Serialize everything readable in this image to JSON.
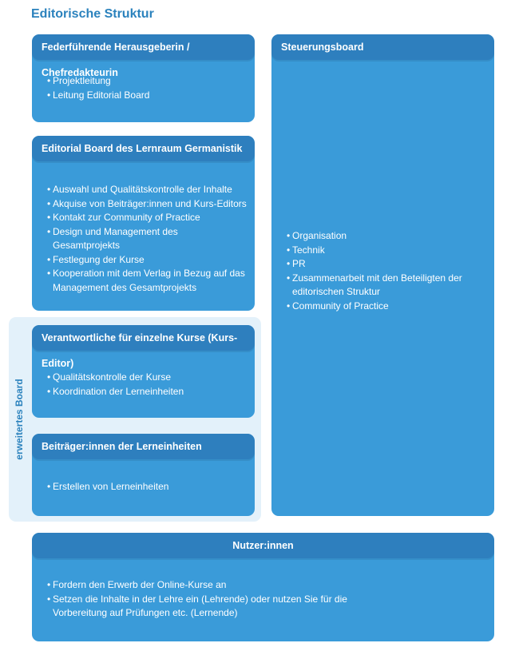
{
  "title": "Editorische Struktur",
  "extended_board_label": "erweitertes Board",
  "boxes": {
    "herausgeberin": {
      "heading": "Federführende Herausgeberin / Chefredakteurin",
      "items": [
        "Projektleitung",
        "Leitung Editorial Board"
      ]
    },
    "editorial_board": {
      "heading": "Editorial Board des Lernraum Germanistik",
      "items": [
        "Auswahl und Qualitätskontrolle der Inhalte",
        "Akquise von Beiträger:innen und Kurs-Editors",
        "Kontakt zur Community of Practice",
        "Design und Management des Gesamtprojekts",
        "Festlegung der Kurse",
        "Kooperation mit dem Verlag in Bezug auf das Management des Gesamtprojekts"
      ]
    },
    "kurs_editor": {
      "heading": "Verantwortliche für einzelne Kurse (Kurs-Editor)",
      "items": [
        "Qualitätskontrolle der Kurse",
        "Koordination der Lerneinheiten"
      ]
    },
    "beitraeger": {
      "heading": "Beiträger:innen der Lerneinheiten",
      "items": [
        "Erstellen von Lerneinheiten"
      ]
    },
    "steuerungsboard": {
      "heading": "Steuerungsboard",
      "items": [
        "Organisation",
        "Technik",
        "PR",
        "Zusammenarbeit mit den Beteiligten der editorischen Struktur",
        "Community of Practice"
      ]
    },
    "nutzer": {
      "heading": "Nutzer:innen",
      "items": [
        "Fordern den Erwerb der Online-Kurse an",
        "Setzen die Inhalte in der Lehre ein (Lehrende) oder nutzen Sie für die Vorbereitung auf Prüfungen etc. (Lernende)"
      ]
    }
  },
  "colors": {
    "box": "#3a9bd9",
    "header": "#2e7fbe",
    "title": "#2b82bd",
    "extended_background": "#e3f1fa"
  }
}
